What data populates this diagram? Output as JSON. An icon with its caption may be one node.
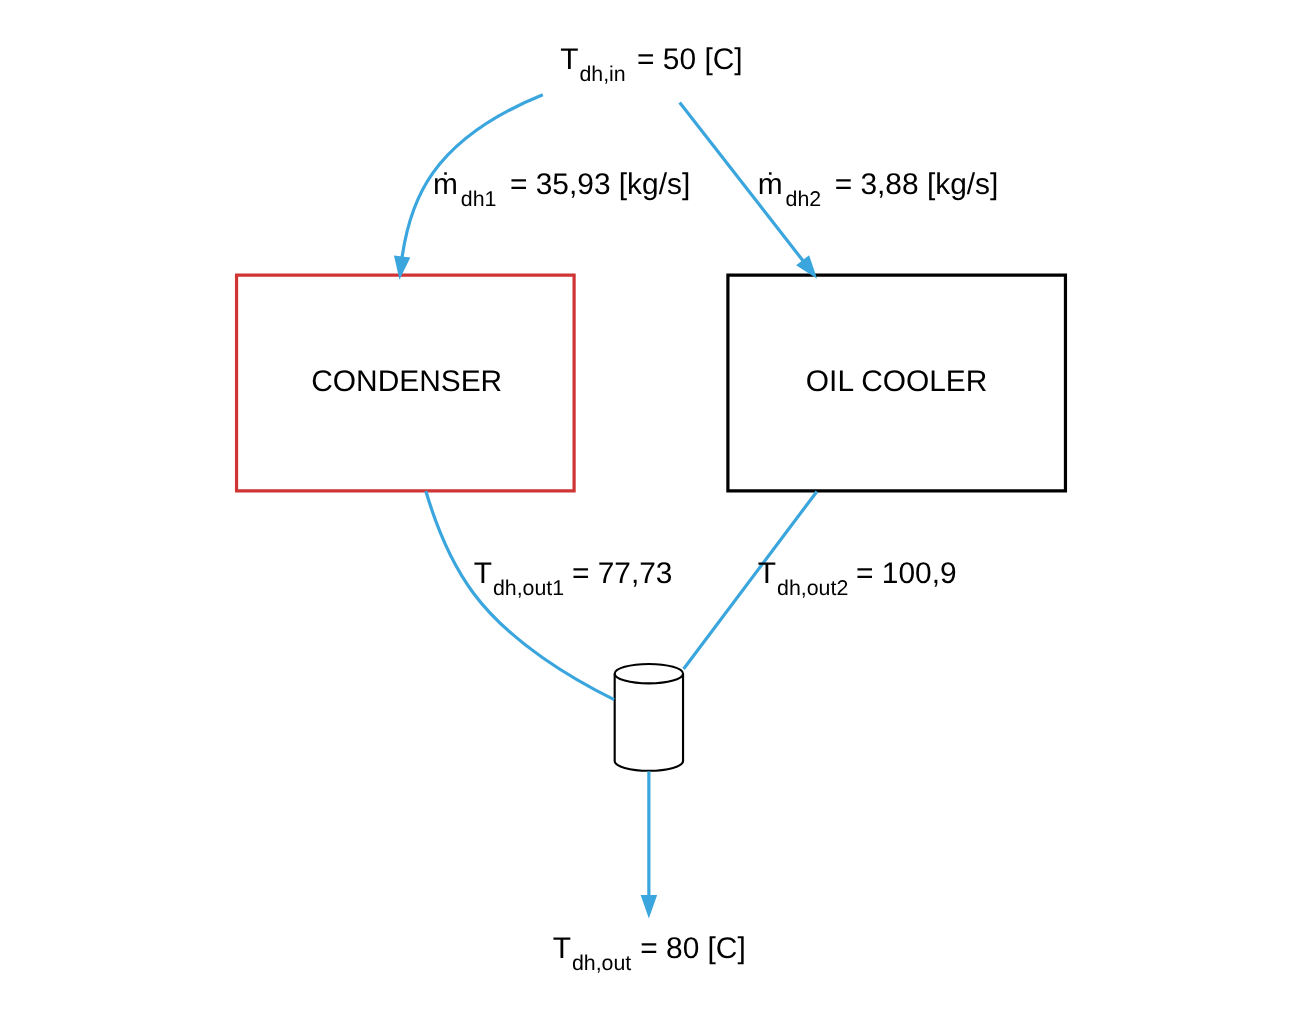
{
  "diagram": {
    "nodes": [
      {
        "text": [
          "T$_{dh,in}$ = 50 [C]"
        ]
      },
      {
        "text": [
          "CONDENSER"
        ]
      },
      {
        "text": [
          "OIL COOLER"
        ]
      },
      {
        "text": [],
        "shape": "cylinder"
      },
      {
        "text": [
          "T$_{dh,out}$ = 80 [C]"
        ]
      }
    ],
    "edges": [
      {
        "from": 0,
        "to": 1,
        "arrow": "to",
        "label": "ṁ$_{dh1}$ = 35,93 [kg/s]"
      },
      {
        "from": 0,
        "to": 2,
        "arrow": "to",
        "label": "ṁ$_{dh2}$ = 3,88 [kg/s]"
      },
      {
        "from": 1,
        "to": 3,
        "arrow": "none",
        "label": "T$_{dh,out1}$ = 77,73"
      },
      {
        "from": 2,
        "to": 3,
        "arrow": "none",
        "label": "T$_{dh,out2}$ = 100,9"
      },
      {
        "from": 3,
        "to": 4,
        "arrow": "to"
      }
    ]
  }
}
